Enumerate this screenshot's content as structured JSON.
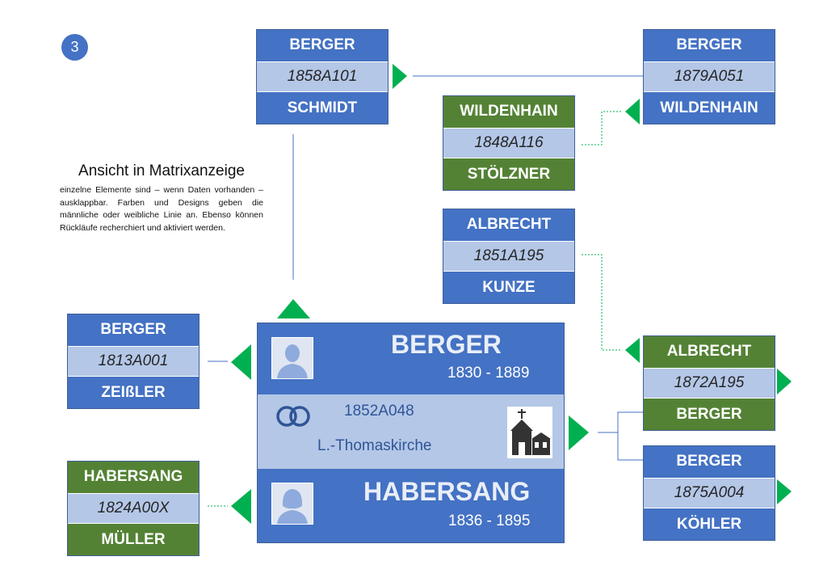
{
  "badge": "3",
  "info": {
    "title": "Ansicht in Matrixanzeige",
    "text": "einzelne Elemente sind – wenn Daten vorhanden – ausklappbar. Farben und Designs geben die männliche oder weibliche Linie an. Ebenso können Rückläufe recherchiert und aktiviert werden."
  },
  "cards": {
    "berger_top": {
      "top": "BERGER",
      "mid": "1858A101",
      "bot": "SCHMIDT"
    },
    "berger_right": {
      "top": "BERGER",
      "mid": "1879A051",
      "bot": "WILDENHAIN"
    },
    "wildenhain": {
      "top": "WILDENHAIN",
      "mid": "1848A116",
      "bot": "STÖLZNER"
    },
    "albrecht": {
      "top": "ALBRECHT",
      "mid": "1851A195",
      "bot": "KUNZE"
    },
    "berger_left": {
      "top": "BERGER",
      "mid": "1813A001",
      "bot": "ZEIßLER"
    },
    "habersang_left": {
      "top": "HABERSANG",
      "mid": "1824A00X",
      "bot": "MÜLLER"
    },
    "albrecht_child": {
      "top": "ALBRECHT",
      "mid": "1872A195",
      "bot": "BERGER"
    },
    "berger_child": {
      "top": "BERGER",
      "mid": "1875A004",
      "bot": "KÖHLER"
    }
  },
  "main": {
    "husband_name": "BERGER",
    "husband_dates": "1830 - 1889",
    "marriage_id": "1852A048",
    "marriage_place": "L.-Thomaskirche",
    "wife_name": "HABERSANG",
    "wife_dates": "1836 - 1895"
  },
  "colors": {
    "male_blue": "#4472c4",
    "female_green": "#548235",
    "light_blue": "#b4c7e7",
    "arrow_green": "#00b050"
  },
  "icons": [
    "male-avatar-icon",
    "female-avatar-icon",
    "wedding-rings-icon",
    "church-icon",
    "expand-arrow-icon"
  ]
}
